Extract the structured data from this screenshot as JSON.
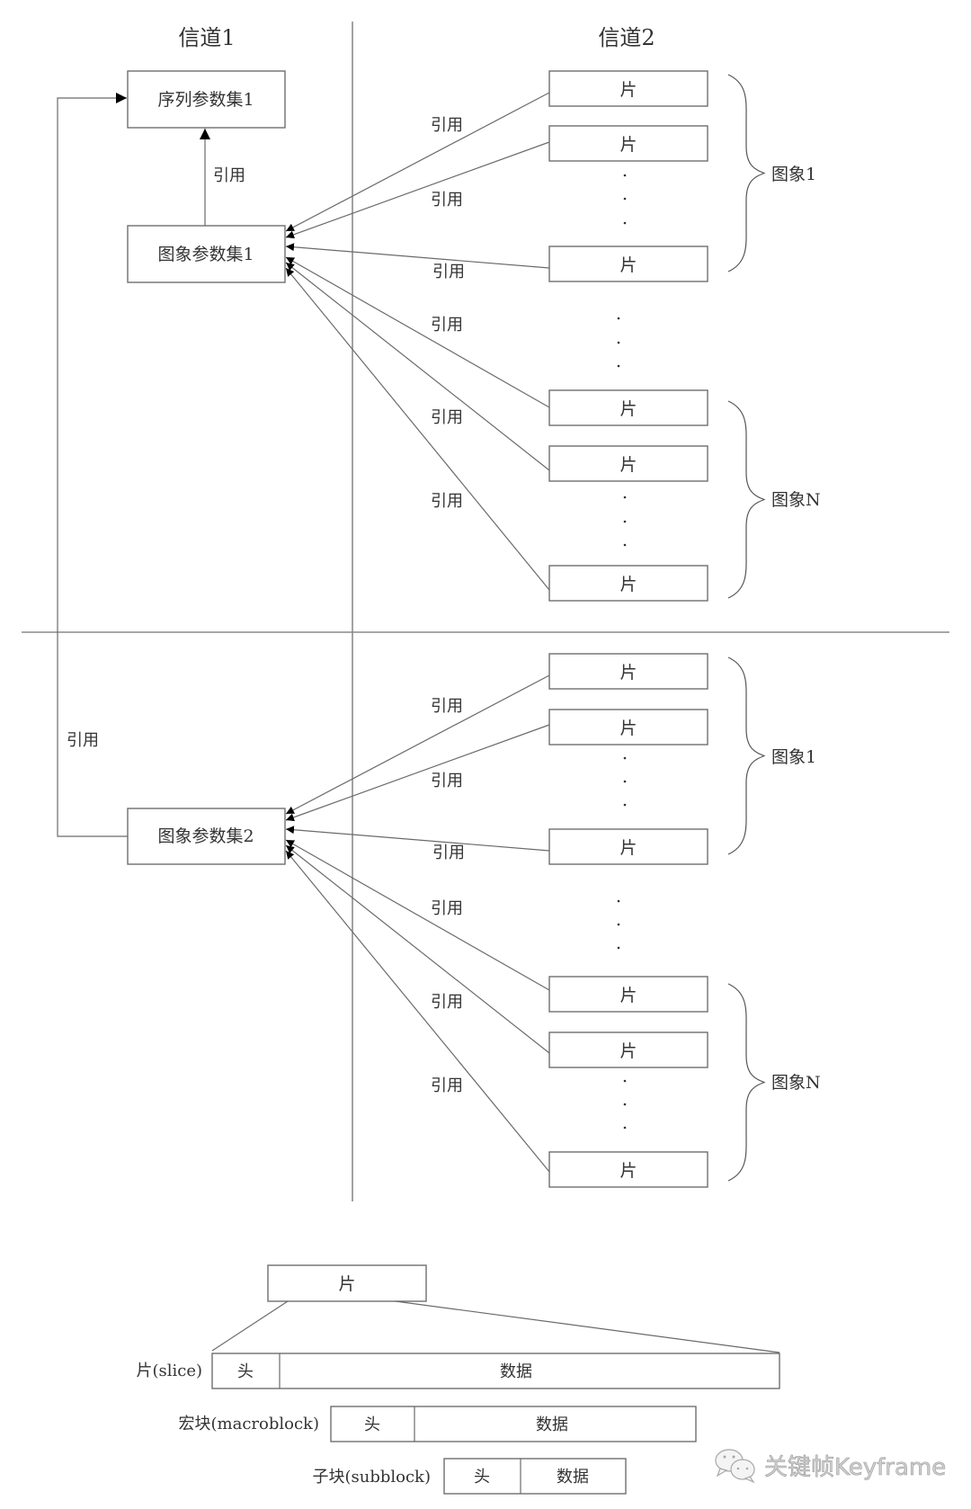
{
  "header": {
    "channel1_title": "信道1",
    "channel2_title": "信道2"
  },
  "channel1": {
    "sps_label": "序列参数集1",
    "pps1_label": "图象参数集1",
    "pps2_label": "图象参数集2",
    "sps_ref_label": "引用",
    "pps2_to_sps_ref_label": "引用"
  },
  "sections": [
    {
      "pps": "pps1",
      "pictures": [
        {
          "label": "图象1",
          "slices": [
            "片",
            "片",
            "片"
          ]
        },
        {
          "label": "图象N",
          "slices": [
            "片",
            "片",
            "片"
          ]
        }
      ],
      "ref_labels": [
        "引用",
        "引用",
        "引用",
        "引用",
        "引用",
        "引用"
      ]
    },
    {
      "pps": "pps2",
      "pictures": [
        {
          "label": "图象1",
          "slices": [
            "片",
            "片",
            "片"
          ]
        },
        {
          "label": "图象N",
          "slices": [
            "片",
            "片",
            "片"
          ]
        }
      ],
      "ref_labels": [
        "引用",
        "引用",
        "引用",
        "引用",
        "引用",
        "引用"
      ]
    }
  ],
  "ellipsis": "·",
  "legend": {
    "slice_box_label": "片",
    "rows": [
      {
        "label": "片(slice)",
        "header": "头",
        "data": "数据"
      },
      {
        "label": "宏块(macroblock)",
        "header": "头",
        "data": "数据"
      },
      {
        "label": "子块(subblock)",
        "header": "头",
        "data": "数据"
      }
    ]
  },
  "watermark": {
    "icon": "wechat-icon",
    "text": "关键帧Keyframe"
  }
}
